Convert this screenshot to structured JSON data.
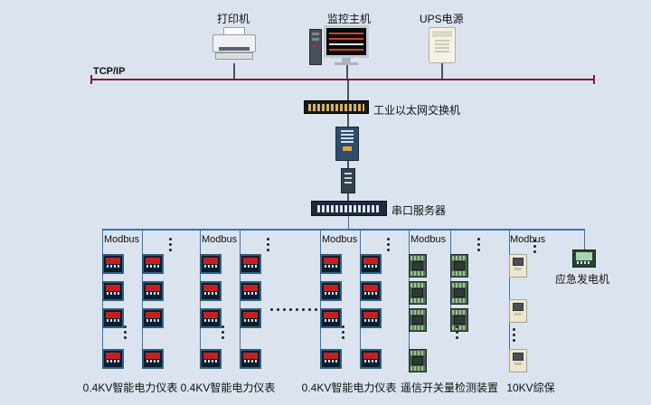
{
  "top_devices": [
    {
      "name": "printer",
      "label": "打印机"
    },
    {
      "name": "monitor-host",
      "label": "监控主机"
    },
    {
      "name": "ups",
      "label": "UPS电源"
    }
  ],
  "tcpip_bus": {
    "label": "TCP/IP"
  },
  "ethernet_switch": {
    "label": "工业以太网交换机"
  },
  "serial_server": {
    "label": "串口服务器"
  },
  "modbus_label": "Modbus",
  "branches": [
    {
      "type": "meter",
      "label": "0.4KV智能电力仪表"
    },
    {
      "type": "meter",
      "label": "0.4KV智能电力仪表"
    },
    {
      "type": "meter",
      "label": "0.4KV智能电力仪表"
    },
    {
      "type": "io-module",
      "label": "遥信开关量检测装置"
    },
    {
      "type": "relay",
      "label": "10KV综保"
    }
  ],
  "generator": {
    "label": "应急发电机"
  },
  "colors": {
    "background": "#dbe3ee",
    "tcpip_bus": "#7d1f28",
    "modbus_bus": "#3a73ad"
  }
}
